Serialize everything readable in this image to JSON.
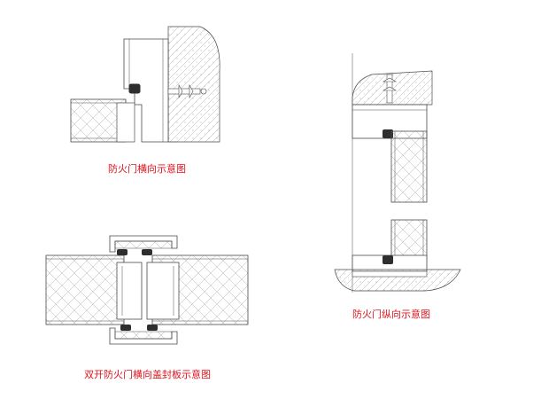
{
  "colors": {
    "caption": "#e0141e",
    "line": "#4a4a4a",
    "hatch": "#9a9a9a",
    "wall_fill": "#f7f7f7",
    "dark_fill": "#2e2e2e"
  },
  "captions": {
    "horizontal_door": "防火门横向示意图",
    "vertical_door": "防火门纵向示意图",
    "double_door_cover_plate": "双开防火门横向盖封板示意图"
  }
}
